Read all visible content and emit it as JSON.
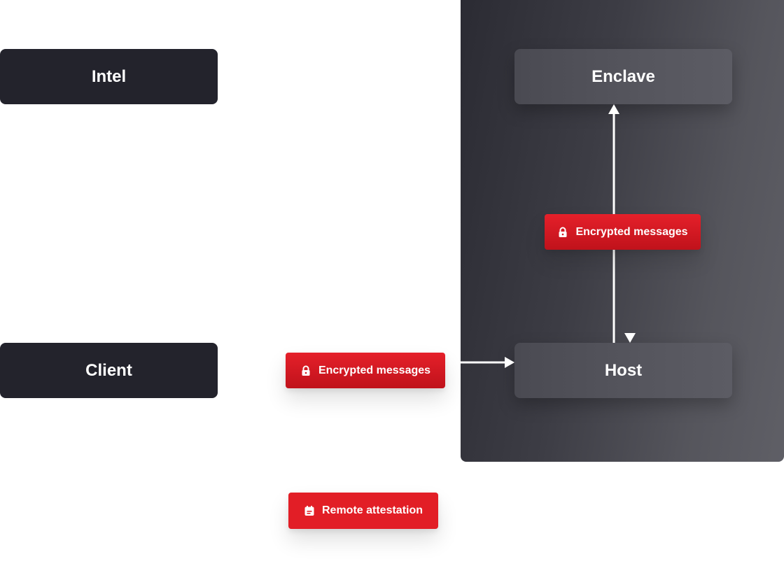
{
  "nodes": {
    "intel": "Intel",
    "client": "Client",
    "enclave": "Enclave",
    "host": "Host"
  },
  "badges": {
    "encrypted_panel": {
      "label": "Encrypted messages",
      "icon": "lock-icon"
    },
    "encrypted_client": {
      "label": "Encrypted messages",
      "icon": "lock-icon"
    },
    "remote_attestation": {
      "label": "Remote attestation",
      "icon": "calendar-icon"
    }
  },
  "colors": {
    "badge_red": "#e21e26",
    "node_dark": "#23232c",
    "panel_dark": "#2b2b33",
    "arrow": "#ffffff"
  }
}
